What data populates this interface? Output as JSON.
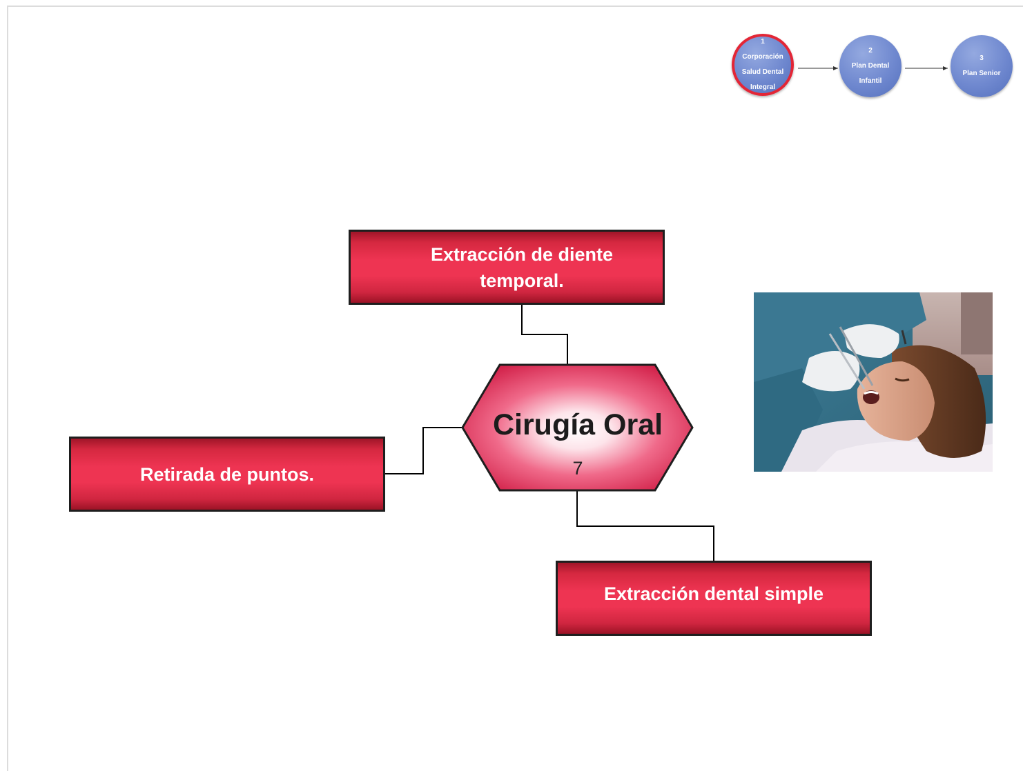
{
  "nav": [
    {
      "number": "1",
      "label": "Corporación Salud Dental Integral",
      "lines": [
        "Corporación",
        "Salud Dental",
        "Integral"
      ],
      "active": true
    },
    {
      "number": "2",
      "label": "Plan Dental Infantil",
      "lines": [
        "Plan Dental",
        "Infantil"
      ],
      "active": false
    },
    {
      "number": "3",
      "label": "Plan Senior",
      "lines": [
        "Plan Senior"
      ],
      "active": false
    }
  ],
  "center": {
    "title": "Cirugía Oral",
    "count": "7"
  },
  "boxes": {
    "top": {
      "lines": [
        "Extracción de diente",
        "temporal."
      ]
    },
    "left": {
      "lines": [
        "Retirada de puntos."
      ]
    },
    "bottom": {
      "lines": [
        "Extracción dental simple"
      ]
    }
  },
  "colors": {
    "box_red": "#ee3452",
    "nav_blue": "#6f88cf",
    "active_ring": "#e32636",
    "hex_center": "#ffffff",
    "hex_edge": "#d2224a"
  },
  "photo": {
    "subject": "dentist examining patient",
    "icon": "dental-photo"
  }
}
